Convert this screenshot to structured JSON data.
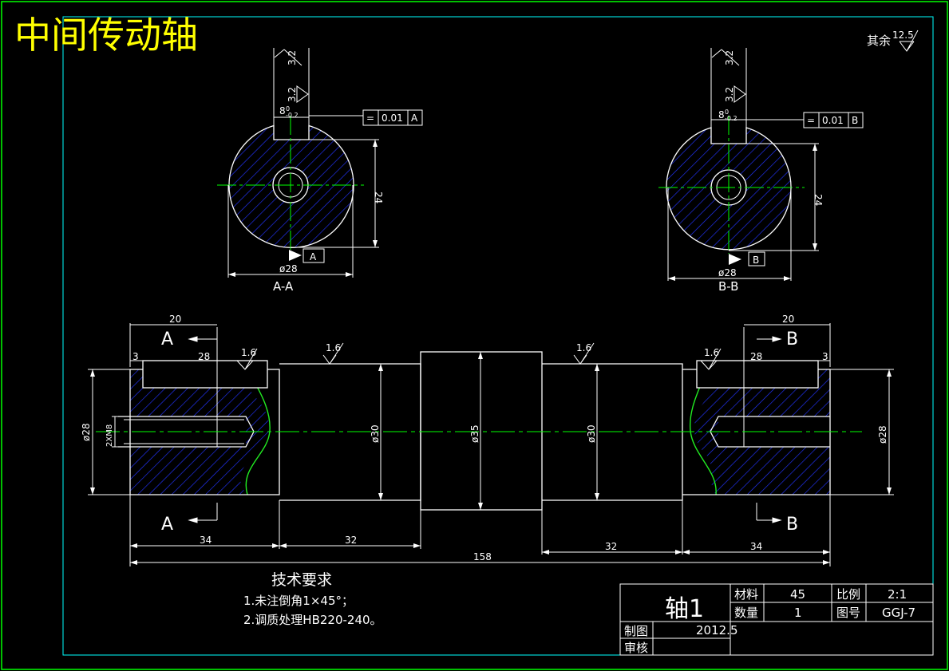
{
  "title": "中间传动轴",
  "surface_finish_default": {
    "label": "其余",
    "value": "12.5"
  },
  "section_aa": {
    "name": "A-A",
    "keyway_width": "8",
    "keyway_tol_upper": "0",
    "keyway_tol_lower": "-0.2",
    "height_dim": "24",
    "diameter": "ø28",
    "roughness_top": "3.2",
    "roughness_side": "3.2",
    "tolerance_symbol": "=",
    "tolerance_value": "0.01",
    "datum": "A"
  },
  "section_bb": {
    "name": "B-B",
    "keyway_width": "8",
    "keyway_tol_upper": "0",
    "keyway_tol_lower": "-0.2",
    "height_dim": "24",
    "diameter": "ø28",
    "roughness_top": "3.2",
    "roughness_side": "3.2",
    "tolerance_symbol": "=",
    "tolerance_value": "0.01",
    "datum": "B"
  },
  "main_view": {
    "cut_label_left": "A",
    "cut_label_right": "B",
    "dims": {
      "left_key_length": "20",
      "left_offset": "3",
      "left_key_28": "28",
      "right_key_length": "20",
      "right_offset": "3",
      "right_key_28": "28",
      "left_dia": "ø28",
      "thread": "2XM8",
      "mid_left_dia": "ø30",
      "center_dia": "ø35",
      "mid_right_dia": "ø30",
      "right_dia": "ø28",
      "seg_34_left": "34",
      "seg_32_left": "32",
      "total": "158",
      "seg_32_right": "32",
      "seg_34_right": "34"
    },
    "roughness": [
      "1.6",
      "1.6",
      "1.6",
      "1.6"
    ]
  },
  "tech_requirements": {
    "heading": "技术要求",
    "items": [
      "1.未注倒角1×45°；",
      "2.调质处理HB220-240。"
    ]
  },
  "title_block": {
    "part_name": "轴1",
    "material_label": "材料",
    "material_value": "45",
    "scale_label": "比例",
    "scale_value": "2:1",
    "qty_label": "数量",
    "qty_value": "1",
    "drawing_no_label": "图号",
    "drawing_no_value": "GGJ-7",
    "drawn_label": "制图",
    "date": "2012.5",
    "checked_label": "审核"
  },
  "colors": {
    "background": "#000000",
    "outer_frame": "#00ff00",
    "inner_frame": "#00ffff",
    "title": "#ffff00",
    "hatch": "#0000ff",
    "centerline": "#00ff00",
    "lines": "#ffffff"
  }
}
